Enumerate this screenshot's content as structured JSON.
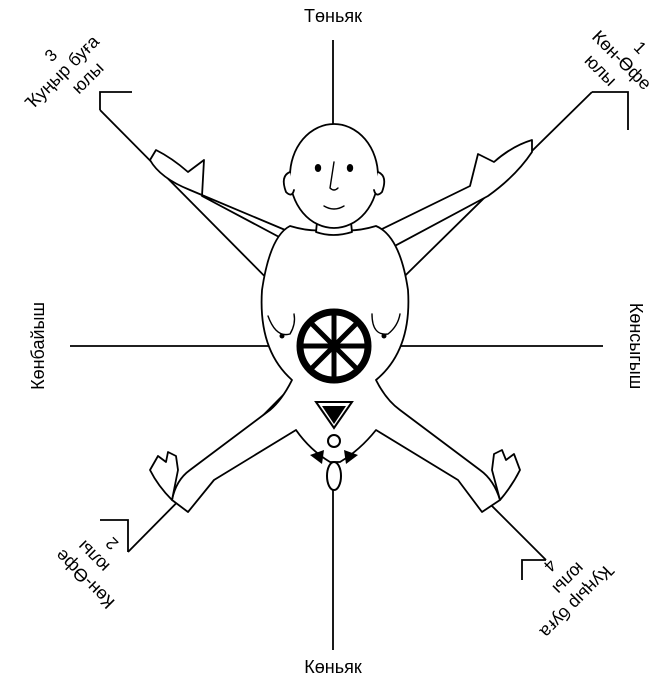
{
  "directions": {
    "north": "Төньяк",
    "south": "Көньяк",
    "west": "Көнбайыш",
    "east": "Көнсыгыш"
  },
  "paths": {
    "p1": {
      "number": "1",
      "line1": "Көн-Өфе",
      "line2": "юлы"
    },
    "p2": {
      "number": "2",
      "line1": "Көн-Өфе",
      "line2": "юлы"
    },
    "p3": {
      "number": "3",
      "line1": "Ҡуңыр буға",
      "line2": "юлы"
    },
    "p4": {
      "number": "4",
      "line1": "Ҡуңыр буға",
      "line2": "юлы"
    }
  },
  "symbols": {
    "wheel": "solar-wheel-icon",
    "triangle": "triangle-icon"
  },
  "colors": {
    "ink": "#000000",
    "background": "#ffffff"
  }
}
